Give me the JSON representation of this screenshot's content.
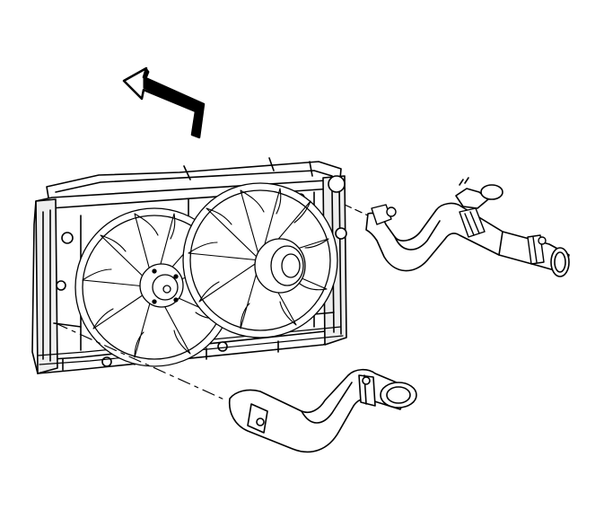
{
  "figure": {
    "background": "#ffffff",
    "line_color": "#000000",
    "shade_color": "#d9d9d9",
    "components": [
      "direction-arrow",
      "radiator",
      "left-cooling-fan",
      "right-cooling-fan",
      "upper-radiator-hose",
      "lower-radiator-hose",
      "hose-clamps",
      "alignment-lines"
    ]
  }
}
